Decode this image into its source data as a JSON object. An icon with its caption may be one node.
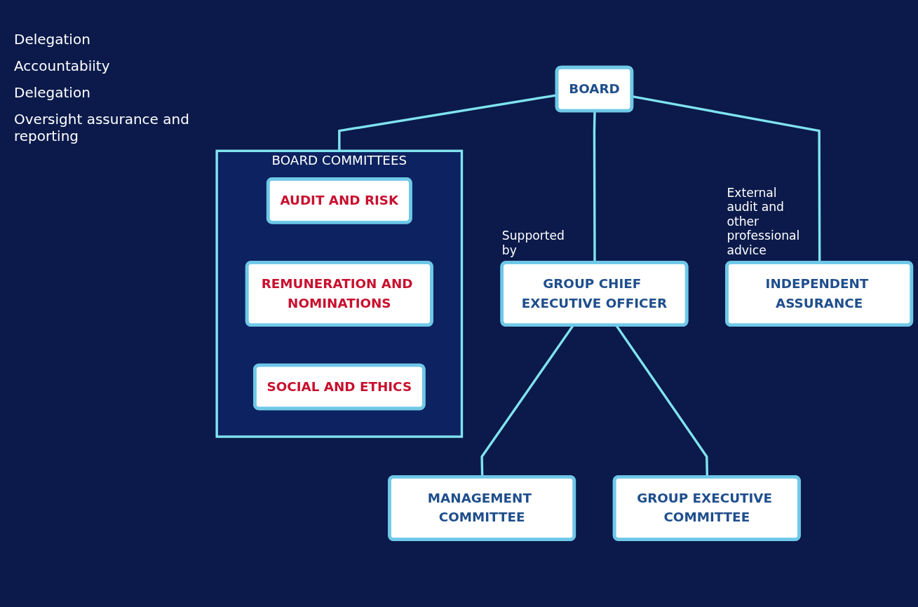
{
  "diagram": {
    "nodes": [
      {
        "text": [
          "BOARD"
        ]
      },
      {
        "text": [
          "GROUP CHIEF EXECUTIVE OFFICER"
        ],
        "beside": [
          "Supported by"
        ]
      },
      {
        "text": [
          "INDEPENDENT ASSURANCE"
        ],
        "beside": [
          "External audit and other professional advice"
        ]
      },
      {
        "text": [
          "MANAGEMENT COMMITTEE"
        ]
      },
      {
        "text": [
          "GROUP EXECUTIVE COMMITTEE"
        ]
      },
      {
        "text": [
          "BOARD COMMITTEES"
        ]
      },
      {
        "text": [
          "AUDIT AND RISK"
        ],
        "in": 5
      },
      {
        "text": [
          "REMUNERATION AND NOMINATIONS"
        ],
        "in": 5
      },
      {
        "text": [
          "SOCIAL AND ETHICS"
        ],
        "in": 5
      }
    ],
    "edges": [
      {
        "from": 0,
        "to": 1,
        "arrow": "none"
      },
      {
        "from": 0,
        "to": 2,
        "arrow": "none"
      },
      {
        "from": 1,
        "to": 3,
        "arrow": "none"
      },
      {
        "from": 1,
        "to": 4,
        "arrow": "none"
      },
      {
        "from": 0,
        "to": 5,
        "arrow": "none"
      }
    ],
    "labels": [
      "Delegation",
      "Accountabiity",
      "Delegation",
      "Oversight assurance and reporting"
    ]
  }
}
